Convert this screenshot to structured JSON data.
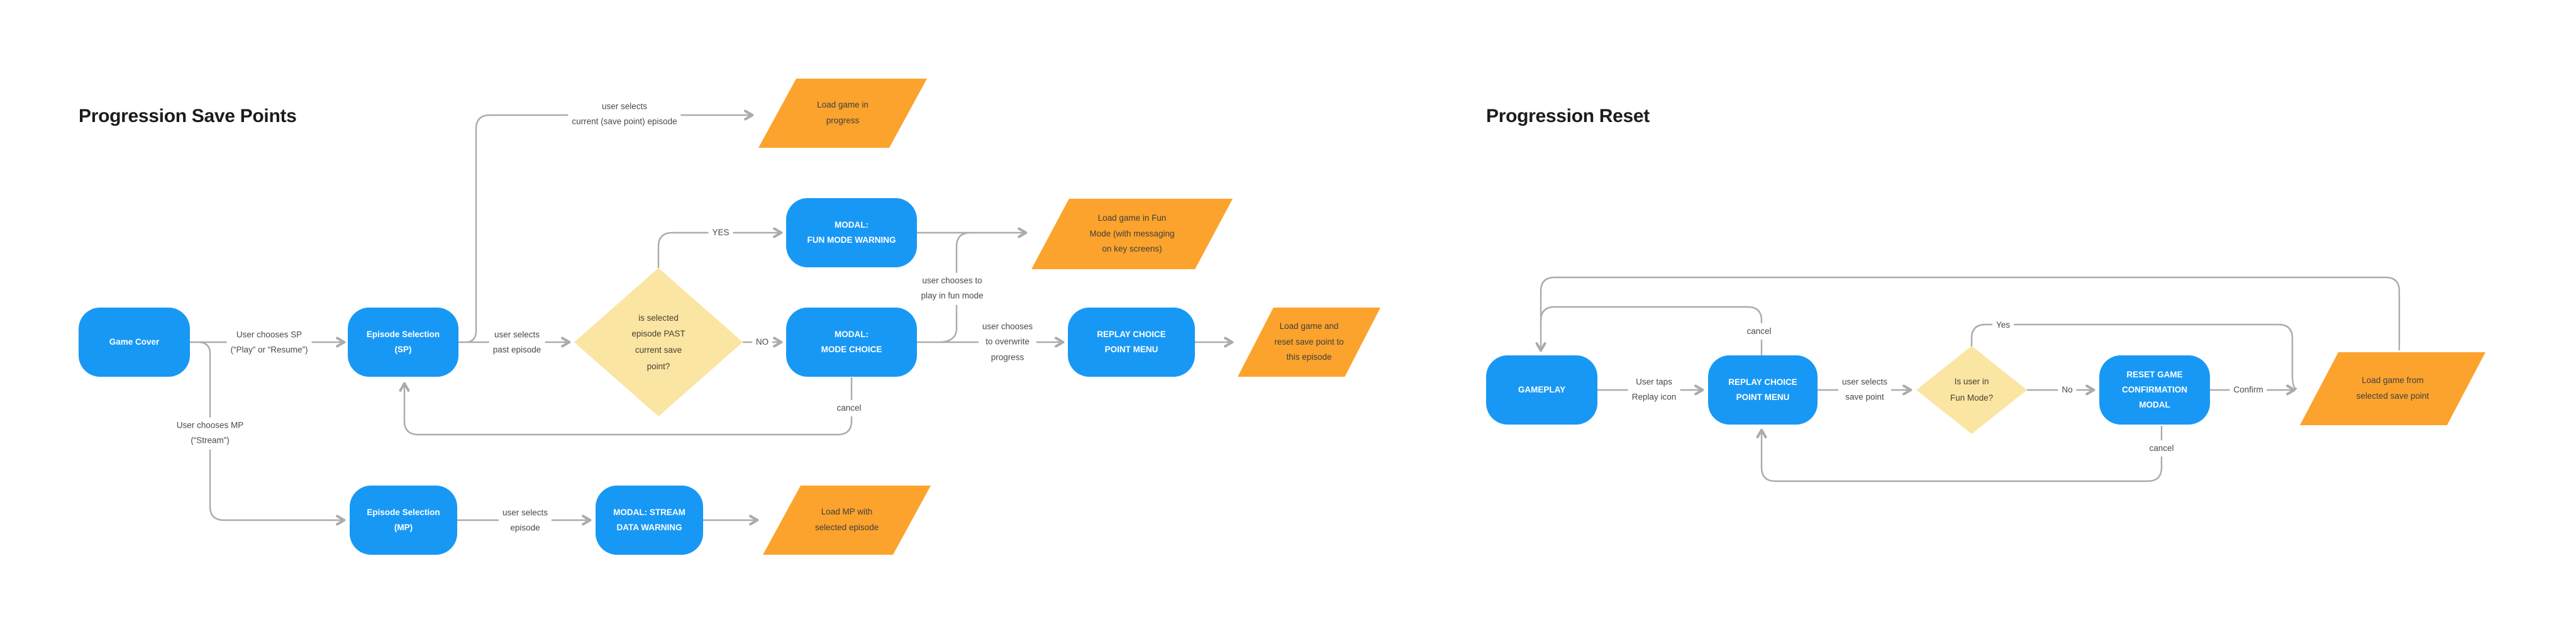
{
  "colors": {
    "blue": "#1898F5",
    "orange": "#FCA32D",
    "yellow": "#FBE5A3",
    "line": "#ABABAB",
    "labeltext": "#4A4A4A",
    "titletext": "#1C1C1C"
  },
  "left": {
    "title": "Progression Save Points",
    "nodes": {
      "game_cover": "Game Cover",
      "episode_selection_sp": "Episode Selection\n(SP)",
      "modal_fun_mode_warning": "MODAL:\nFUN MODE WARNING",
      "modal_mode_choice": "MODAL:\nMODE CHOICE",
      "replay_choice_point_menu": "REPLAY CHOICE\nPOINT MENU",
      "episode_selection_mp": "Episode Selection\n(MP)",
      "modal_stream_data_warning": "MODAL: STREAM\nDATA WARNING"
    },
    "decision": "is selected\nepisode PAST\ncurrent save\npoint?",
    "outputs": {
      "load_game_in_progress": "Load game in\nprogress",
      "load_game_fun_mode": "Load game in Fun\nMode (with messaging\non key screens)",
      "load_game_reset_save": "Load game and\nreset save point to\nthis episode",
      "load_mp": "Load MP with\nselected episode"
    },
    "edge_labels": {
      "chooses_sp": "User chooses SP\n(“Play” or “Resume”)",
      "selects_past": "user selects\npast episode",
      "selects_current": "user selects\ncurrent (save point) episode",
      "yes": "YES",
      "no": "NO",
      "play_fun_mode": "user chooses to\nplay in fun mode",
      "overwrite": "user chooses\nto overwrite\nprogress",
      "cancel": "cancel",
      "chooses_mp": "User chooses MP\n(“Stream”)",
      "selects_episode": "user selects\nepisode"
    }
  },
  "right": {
    "title": "Progression Reset",
    "nodes": {
      "gameplay": "GAMEPLAY",
      "replay_choice_point_menu": "REPLAY CHOICE\nPOINT MENU",
      "reset_game_confirmation_modal": "RESET GAME\nCONFIRMATION\nMODAL"
    },
    "decision": "Is user in\nFun Mode?",
    "outputs": {
      "load_from_save": "Load game from\nselected save point"
    },
    "edge_labels": {
      "user_taps_replay": "User taps\nReplay icon",
      "selects_save_point": "user selects\nsave point",
      "yes": "Yes",
      "no": "No",
      "confirm": "Confirm",
      "cancel_top": "cancel",
      "cancel_bottom": "cancel"
    }
  }
}
